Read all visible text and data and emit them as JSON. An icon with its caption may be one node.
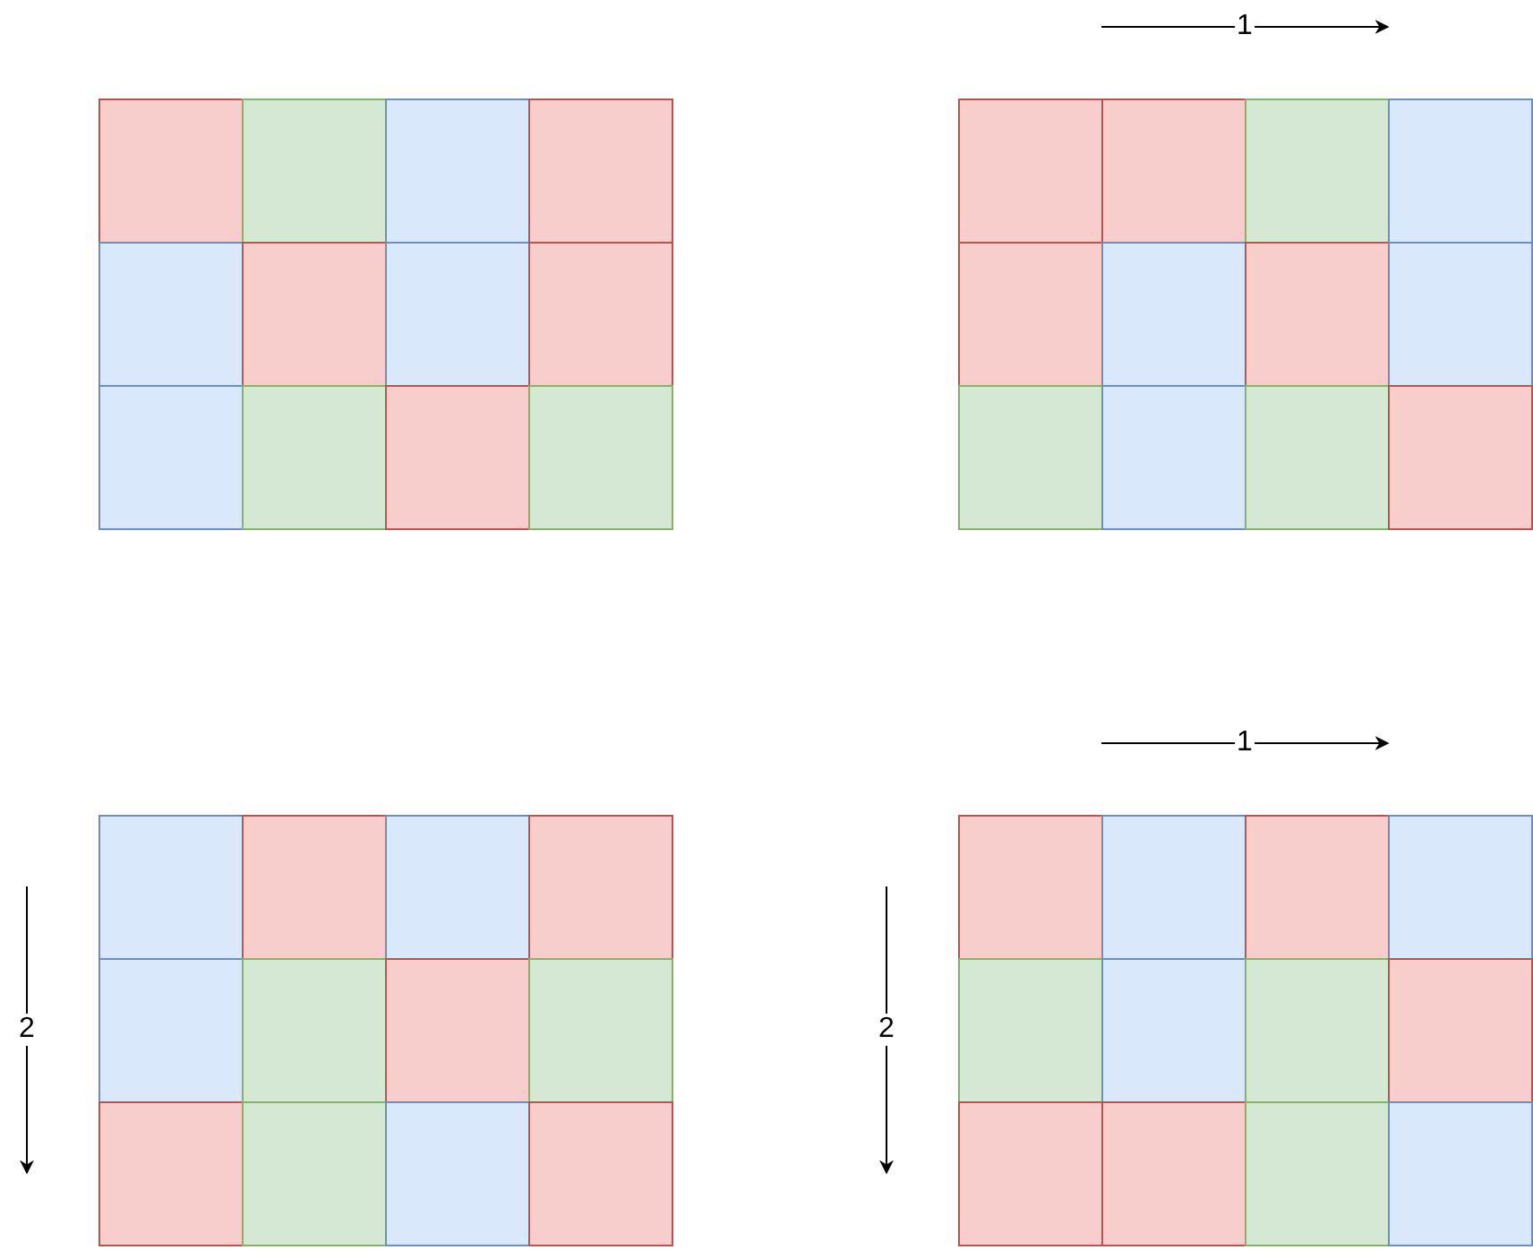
{
  "diagram": {
    "nodes": [
      {
        "text": [],
        "shape": "box"
      },
      {
        "text": [],
        "shape": "box"
      },
      {
        "text": [],
        "shape": "box"
      },
      {
        "text": [],
        "shape": "box"
      },
      {
        "text": [],
        "shape": "box"
      },
      {
        "text": [],
        "shape": "box"
      },
      {
        "text": [],
        "shape": "box"
      },
      {
        "text": [],
        "shape": "box"
      },
      {
        "text": [],
        "shape": "box"
      },
      {
        "text": [],
        "shape": "box"
      },
      {
        "text": [],
        "shape": "box"
      },
      {
        "text": [],
        "shape": "box"
      },
      {
        "text": [],
        "shape": "box"
      },
      {
        "text": [],
        "shape": "box"
      },
      {
        "text": [],
        "shape": "box"
      },
      {
        "text": [],
        "shape": "box"
      },
      {
        "text": [],
        "shape": "box"
      },
      {
        "text": [],
        "shape": "box"
      },
      {
        "text": [],
        "shape": "box"
      },
      {
        "text": [],
        "shape": "box"
      },
      {
        "text": [],
        "shape": "box"
      },
      {
        "text": [],
        "shape": "box"
      },
      {
        "text": [],
        "shape": "box"
      },
      {
        "text": [],
        "shape": "box"
      },
      {
        "text": [],
        "shape": "box"
      },
      {
        "text": [],
        "shape": "box"
      },
      {
        "text": [],
        "shape": "box"
      },
      {
        "text": [],
        "shape": "box"
      },
      {
        "text": [],
        "shape": "box"
      },
      {
        "text": [],
        "shape": "box"
      },
      {
        "text": [],
        "shape": "box"
      },
      {
        "text": [],
        "shape": "box"
      },
      {
        "text": [],
        "shape": "box"
      },
      {
        "text": [],
        "shape": "box"
      },
      {
        "text": [],
        "shape": "box"
      },
      {
        "text": [],
        "shape": "box"
      },
      {
        "text": [],
        "shape": "box"
      },
      {
        "text": [],
        "shape": "box"
      },
      {
        "text": [],
        "shape": "box"
      },
      {
        "text": [],
        "shape": "box"
      },
      {
        "text": [],
        "shape": "box"
      },
      {
        "text": [],
        "shape": "box"
      },
      {
        "text": [],
        "shape": "box"
      },
      {
        "text": [],
        "shape": "box"
      },
      {
        "text": [],
        "shape": "box"
      },
      {
        "text": [],
        "shape": "box"
      },
      {
        "text": [],
        "shape": "box"
      },
      {
        "text": [],
        "shape": "box"
      }
    ],
    "labels": [
      "1",
      "1",
      "2",
      "2"
    ]
  }
}
